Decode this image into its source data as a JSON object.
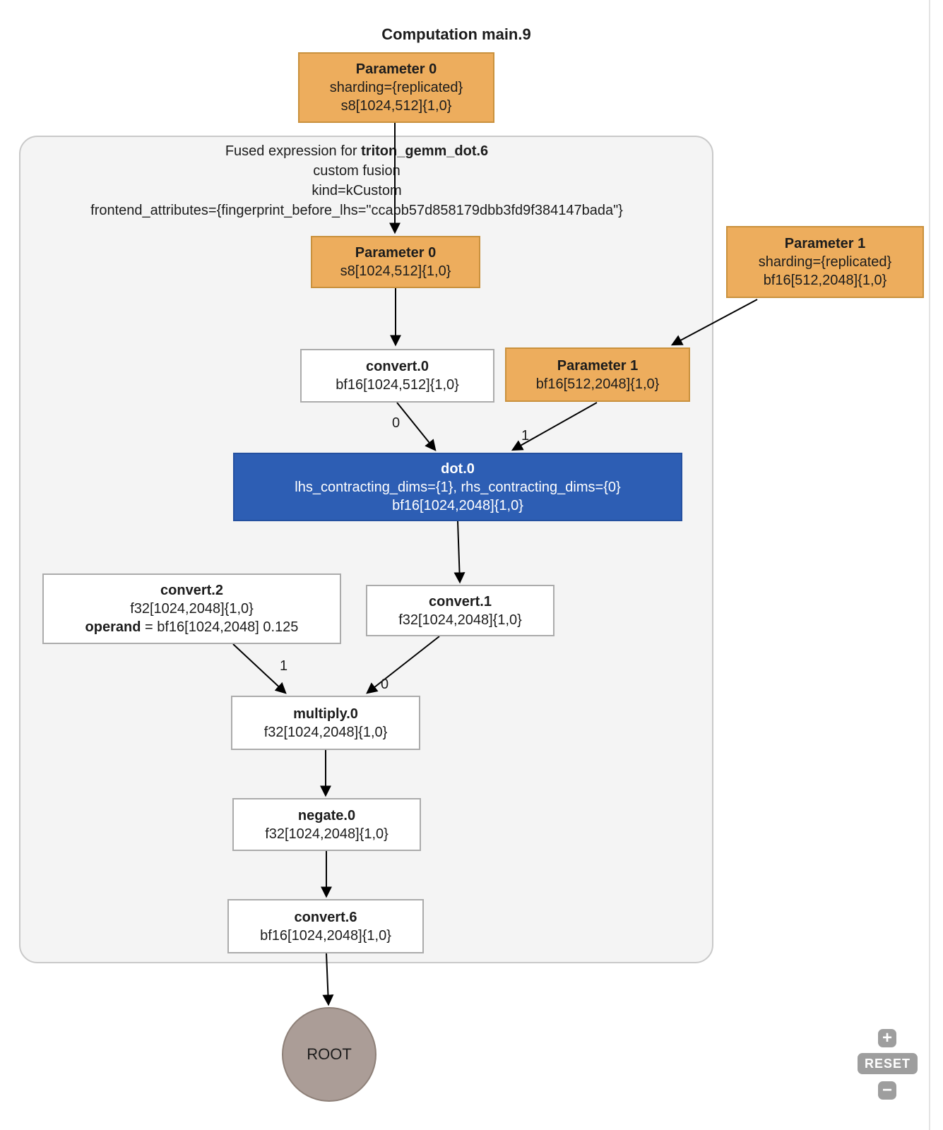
{
  "title": "Computation main.9",
  "cluster": {
    "title_prefix": "Fused expression for ",
    "title_name": "triton_gemm_dot.6",
    "subtitle1": "custom fusion",
    "subtitle2": "kind=kCustom",
    "subtitle3": "frontend_attributes={fingerprint_before_lhs=\"ccabb57d858179dbb3fd9f384147bada\"}"
  },
  "nodes": {
    "param0_outer": {
      "label": "Parameter 0",
      "sharding": "sharding={replicated}",
      "shape": "s8[1024,512]{1,0}"
    },
    "param0_inner": {
      "label": "Parameter 0",
      "shape": "s8[1024,512]{1,0}"
    },
    "convert0": {
      "label": "convert.0",
      "shape": "bf16[1024,512]{1,0}"
    },
    "param1_outer": {
      "label": "Parameter 1",
      "sharding": "sharding={replicated}",
      "shape": "bf16[512,2048]{1,0}"
    },
    "param1_inner": {
      "label": "Parameter 1",
      "shape": "bf16[512,2048]{1,0}"
    },
    "dot0": {
      "label": "dot.0",
      "attrs": "lhs_contracting_dims={1}, rhs_contracting_dims={0}",
      "shape": "bf16[1024,2048]{1,0}"
    },
    "convert1": {
      "label": "convert.1",
      "shape": "f32[1024,2048]{1,0}"
    },
    "convert2": {
      "label": "convert.2",
      "shape": "f32[1024,2048]{1,0}",
      "operand_key": "operand",
      "operand_rest": " = bf16[1024,2048] 0.125"
    },
    "multiply0": {
      "label": "multiply.0",
      "shape": "f32[1024,2048]{1,0}"
    },
    "negate0": {
      "label": "negate.0",
      "shape": "f32[1024,2048]{1,0}"
    },
    "convert6": {
      "label": "convert.6",
      "shape": "bf16[1024,2048]{1,0}"
    },
    "root": {
      "label": "ROOT"
    }
  },
  "edge_labels": {
    "convert0_to_dot": "0",
    "param1_to_dot": "1",
    "convert2_to_multiply": "1",
    "convert1_to_multiply": "0"
  },
  "controls": {
    "zoom_in": "+",
    "reset": "RESET",
    "zoom_out": "−"
  },
  "colors": {
    "param_fill": "#EDAD5D",
    "param_border": "#C9913D",
    "dot_fill": "#2D5EB4",
    "dot_border": "#2450A0",
    "op_fill": "#FFFFFF",
    "op_border": "#ABABAB",
    "cluster_fill": "#F4F4F4",
    "cluster_border": "#C9C9C9",
    "root_fill": "#AB9D97",
    "root_border": "#8E8078",
    "edge": "#000000",
    "control_bg": "#9E9E9E",
    "text": "#1C1C1C"
  }
}
